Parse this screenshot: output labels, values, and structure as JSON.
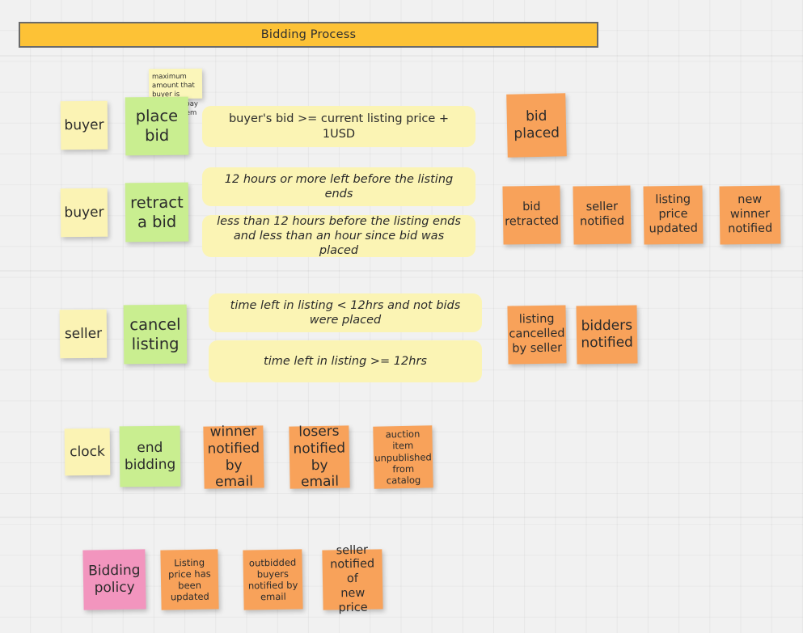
{
  "banner": {
    "title": "Bidding Process",
    "bg": "#fdc236",
    "border": "#6a6a6a"
  },
  "colors": {
    "background": "#f1f1f1",
    "grid_line": "#e7e7e7",
    "note_yellow": "#fbf3b4",
    "note_green": "#c9ee90",
    "note_orange": "#f8a25a",
    "note_pink": "#f295be",
    "condition_box": "#fbf4b4",
    "text": "#2b2b2b"
  },
  "rows": [
    {
      "name": "place-bid",
      "actor": "buyer",
      "command": "place\nbid",
      "annotation": "maximum amount that buyer is willing to pay from an item",
      "conditions": [
        {
          "text": "buyer's bid >= current listing price + 1USD",
          "italic": false
        }
      ],
      "events": [
        "bid\nplaced"
      ]
    },
    {
      "name": "retract-bid",
      "actor": "buyer",
      "command": "retract\na bid",
      "conditions": [
        {
          "text": "12 hours or more left before the listing ends",
          "italic": true
        },
        {
          "text": "less than 12 hours before the listing ends and  less than an hour since bid was placed",
          "italic": true
        }
      ],
      "events": [
        "bid\nretracted",
        "seller\nnotified",
        "listing\nprice\nupdated",
        "new\nwinner\nnotified"
      ]
    },
    {
      "name": "cancel-listing",
      "actor": "seller",
      "command": "cancel\nlisting",
      "conditions": [
        {
          "text": "time left in listing < 12hrs and not bids were placed",
          "italic": true
        },
        {
          "text": "time left in listing >= 12hrs",
          "italic": true
        }
      ],
      "events": [
        "listing\ncancelled\nby seller",
        "bidders\nnotified"
      ]
    },
    {
      "name": "end-bidding",
      "actor": "clock",
      "command": "end\nbidding",
      "conditions": [],
      "events": [
        "winner\nnotified\nby email",
        "losers\nnotified\nby email",
        "auction item\nunpublished\nfrom catalog"
      ]
    },
    {
      "name": "bidding-policy",
      "policy": "Bidding\npolicy",
      "events": [
        "Listing\nprice has\nbeen\nupdated",
        "outbidded\nbuyers\nnotified by\nemail",
        "seller\nnotified of\nnew price"
      ]
    }
  ]
}
